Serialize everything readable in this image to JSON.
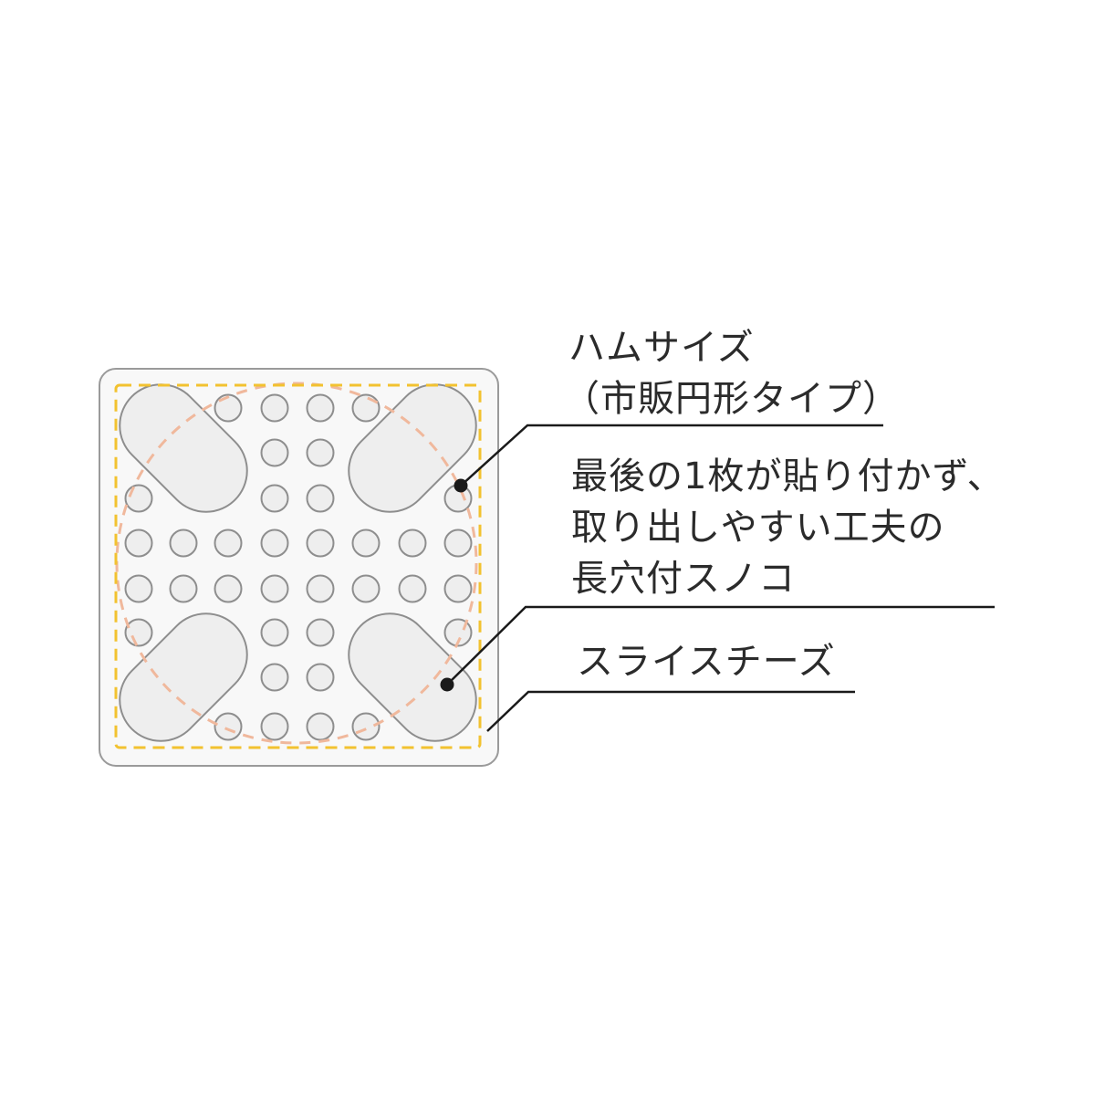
{
  "labels": {
    "ham": [
      "ハムサイズ",
      "（市販円形タイプ）"
    ],
    "rack": [
      "最後の1枚が貼り付かず、",
      "取り出しやすい工夫の",
      "長穴付スノコ"
    ],
    "cheese": [
      "スライスチーズ"
    ]
  },
  "colors": {
    "tray_fill": "#f8f8f8",
    "tray_stroke": "#9a9a9a",
    "hole_fill": "#eeeeee",
    "hole_stroke": "#8e8e8e",
    "cheese_outline": "#f2c230",
    "ham_outline": "#f0b89c",
    "leader": "#1a1a1a",
    "text": "#2b2b2b"
  }
}
